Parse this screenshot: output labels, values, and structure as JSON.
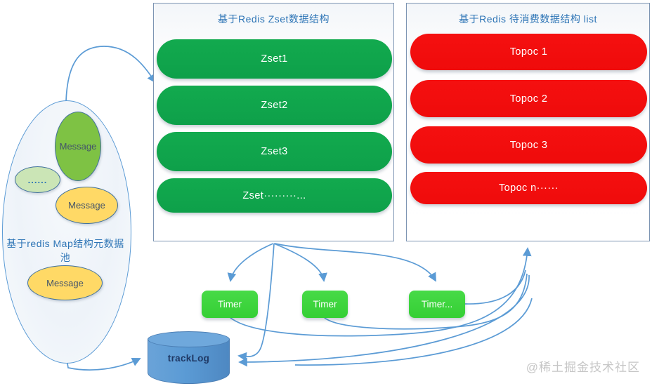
{
  "zset_panel": {
    "title": "基于Redis Zset数据结构",
    "items": [
      "Zset1",
      "Zset2",
      "Zset3",
      "Zset·········..."
    ]
  },
  "list_panel": {
    "title": "基于Redis 待消费数据结构 list",
    "items": [
      "Topoc 1",
      "Topoc 2",
      "Topoc 3",
      "Topoc n······"
    ]
  },
  "pool": {
    "label": "基于redis Map结构元数据池",
    "message_green": "Message",
    "dots": "......",
    "message_yellow_1": "Message",
    "message_yellow_2": "Message"
  },
  "timers": [
    "Timer",
    "Timer",
    "Timer..."
  ],
  "tracklog": {
    "label": "trackLog"
  },
  "watermark": "@稀土掘金技术社区",
  "colors": {
    "zset_green": "#0ea04a",
    "topic_red": "#f20d0d",
    "timer_green": "#3bd33b",
    "cylinder_blue": "#5b9bd5",
    "connector_blue": "#5b9bd5",
    "title_blue": "#2e75b6",
    "pool_green": "#7ec244",
    "pool_light_green": "#cbe5b6",
    "pool_yellow": "#ffd966",
    "watermark_gray": "#c6c6c6"
  }
}
